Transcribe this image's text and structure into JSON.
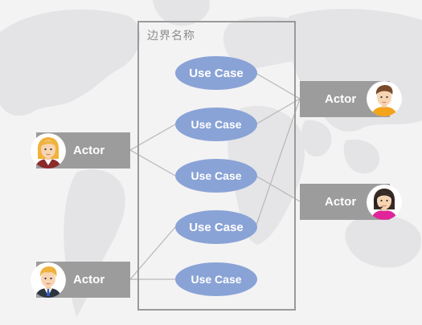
{
  "boundary": {
    "title": "边界名称"
  },
  "use_cases": [
    {
      "label": "Use Case"
    },
    {
      "label": "Use Case"
    },
    {
      "label": "Use Case"
    },
    {
      "label": "Use Case"
    },
    {
      "label": "Use Case"
    }
  ],
  "actors": [
    {
      "label": "Actor",
      "avatar": "woman-blonde-avatar-icon"
    },
    {
      "label": "Actor",
      "avatar": "man-blonde-avatar-icon"
    },
    {
      "label": "Actor",
      "avatar": "man-brown-hair-avatar-icon"
    },
    {
      "label": "Actor",
      "avatar": "woman-headset-avatar-icon"
    }
  ],
  "colors": {
    "background": "#f3f3f4",
    "map": "#e4e4e6",
    "use_case_fill": "#8aa3d6",
    "actor_box_fill": "#9c9c9c",
    "boundary_stroke": "#9a9a9a",
    "connector": "#b5b5b5"
  }
}
